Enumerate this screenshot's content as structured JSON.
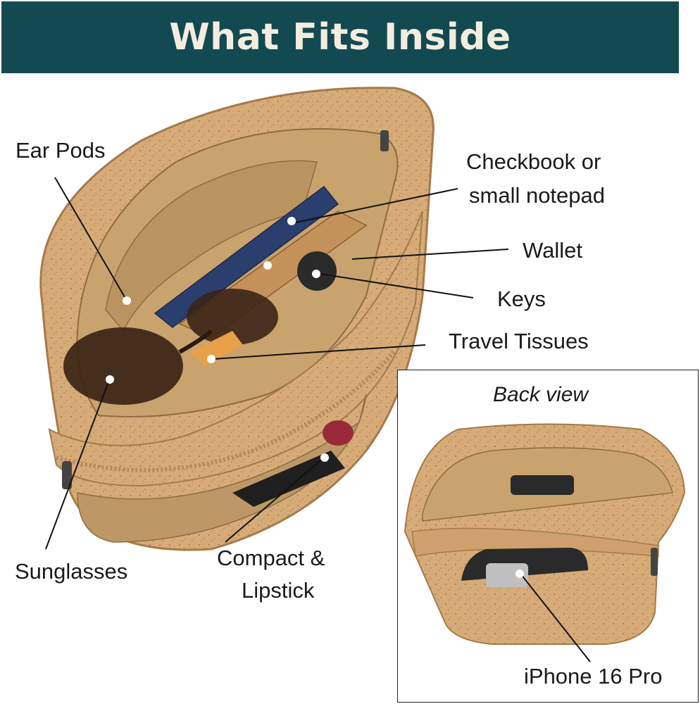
{
  "title": "What Fits Inside",
  "colors": {
    "banner": "#134a52",
    "title_text": "#f3ede0",
    "cork": "#d4a774",
    "lining": "#c9a36e"
  },
  "callouts": {
    "ear_pods": "Ear Pods",
    "checkbook_line1": "Checkbook or",
    "checkbook_line2": "small notepad",
    "wallet": "Wallet",
    "keys": "Keys",
    "travel_tissues": "Travel Tissues",
    "sunglasses": "Sunglasses",
    "compact_line1": "Compact &",
    "compact_line2": "Lipstick"
  },
  "inset": {
    "title": "Back view",
    "callout": "iPhone 16 Pro"
  }
}
